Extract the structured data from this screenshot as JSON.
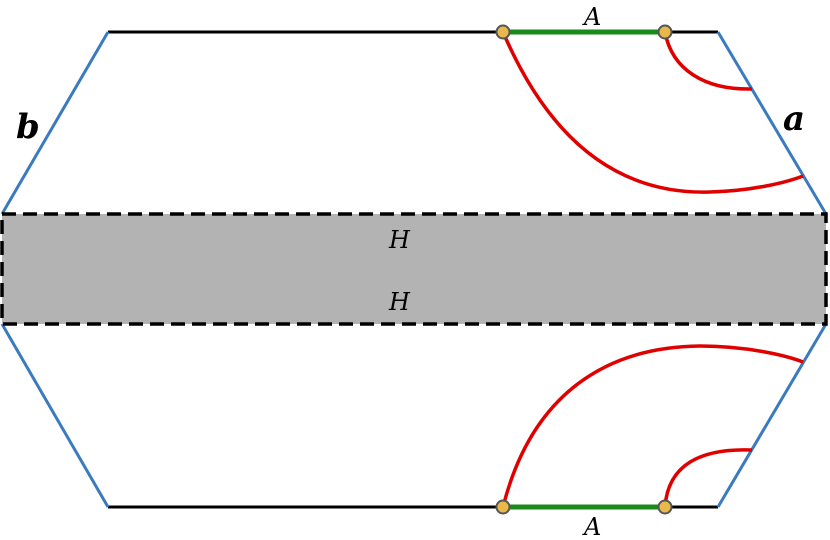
{
  "labels": {
    "side_left": "b",
    "side_right": "a",
    "interval_top": "A",
    "interval_bottom": "A",
    "band_top": "H",
    "band_bottom": "H"
  },
  "colors": {
    "background": "#ffffff",
    "edge_black": "#000000",
    "edge_blue": "#3a7abf",
    "interval_green": "#1a8a1a",
    "geodesic_red": "#e00000",
    "band_fill": "#b3b3b3",
    "band_border": "#000000",
    "endpoint_fill": "#e8b84a",
    "endpoint_stroke": "#555555"
  }
}
